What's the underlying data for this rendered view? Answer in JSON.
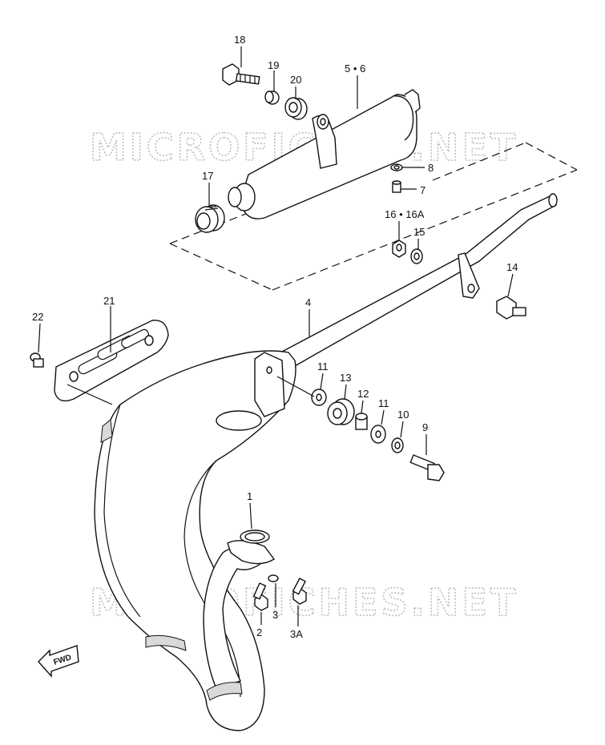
{
  "watermark": {
    "text_top": "MICROFICHES.NET",
    "text_bottom": "MICROFICHES.NET"
  },
  "direction_badge": "FWD",
  "labels": {
    "p18": "18",
    "p19": "19",
    "p20": "20",
    "p5_6": "5 • 6",
    "p17": "17",
    "p8": "8",
    "p7": "7",
    "p16_16A": "16 • 16A",
    "p15": "15",
    "p14": "14",
    "p21": "21",
    "p22": "22",
    "p4": "4",
    "p11a": "11",
    "p13": "13",
    "p12": "12",
    "p11b": "11",
    "p10": "10",
    "p9": "9",
    "p1": "1",
    "p2": "2",
    "p3": "3",
    "p3A": "3A"
  }
}
